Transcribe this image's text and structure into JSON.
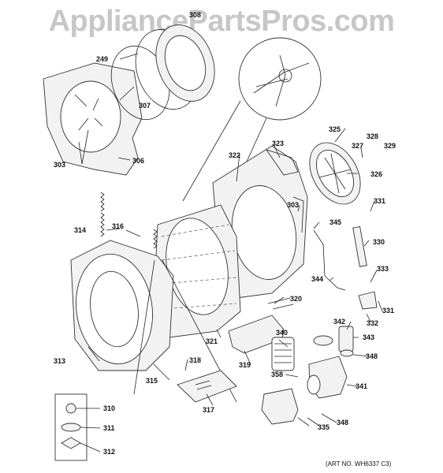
{
  "watermark": "AppliancePartsPros.com",
  "art_number": "(ART NO. WH6337 C3)",
  "callouts": [
    {
      "id": "c308",
      "text": "308"
    },
    {
      "id": "c249",
      "text": "249"
    },
    {
      "id": "c307",
      "text": "307"
    },
    {
      "id": "c303a",
      "text": "303"
    },
    {
      "id": "c306",
      "text": "306"
    },
    {
      "id": "c322",
      "text": "322"
    },
    {
      "id": "c323",
      "text": "323"
    },
    {
      "id": "c325",
      "text": "325"
    },
    {
      "id": "c327",
      "text": "327"
    },
    {
      "id": "c328",
      "text": "328"
    },
    {
      "id": "c329",
      "text": "329"
    },
    {
      "id": "c326",
      "text": "326"
    },
    {
      "id": "c303b",
      "text": "303"
    },
    {
      "id": "c331a",
      "text": "331"
    },
    {
      "id": "c314",
      "text": "314"
    },
    {
      "id": "c316",
      "text": "316"
    },
    {
      "id": "c345",
      "text": "345"
    },
    {
      "id": "c330",
      "text": "330"
    },
    {
      "id": "c344",
      "text": "344"
    },
    {
      "id": "c333",
      "text": "333"
    },
    {
      "id": "c320",
      "text": "320"
    },
    {
      "id": "c331b",
      "text": "331"
    },
    {
      "id": "c332",
      "text": "332"
    },
    {
      "id": "c342",
      "text": "342"
    },
    {
      "id": "c343",
      "text": "343"
    },
    {
      "id": "c340",
      "text": "340"
    },
    {
      "id": "c348a",
      "text": "348"
    },
    {
      "id": "c321",
      "text": "321"
    },
    {
      "id": "c313",
      "text": "313"
    },
    {
      "id": "c319",
      "text": "319"
    },
    {
      "id": "c318",
      "text": "318"
    },
    {
      "id": "c358",
      "text": "358"
    },
    {
      "id": "c341",
      "text": "341"
    },
    {
      "id": "c315",
      "text": "315"
    },
    {
      "id": "c317",
      "text": "317"
    },
    {
      "id": "c310",
      "text": "310"
    },
    {
      "id": "c311",
      "text": "311"
    },
    {
      "id": "c335",
      "text": "335"
    },
    {
      "id": "c348b",
      "text": "348"
    },
    {
      "id": "c312",
      "text": "312"
    }
  ]
}
